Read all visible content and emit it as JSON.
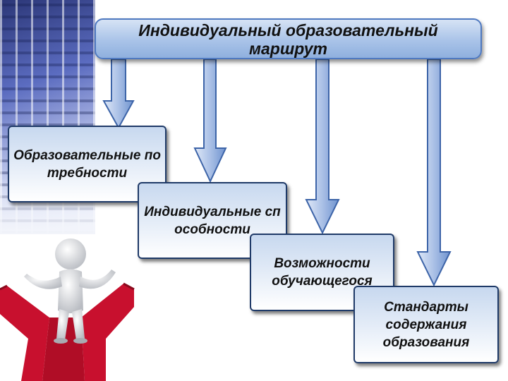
{
  "header": {
    "title_line1": "Индивидуальный образовательный",
    "title_line2": "маршрут"
  },
  "boxes": [
    "Образовательные потребности",
    "Индивидуальные способности",
    "Возможности обучающегося",
    "Стандарты содержания образования"
  ],
  "colors": {
    "header_fill": "#a9c3e8",
    "header_border": "#4f79c0",
    "arrow_fill": "#b9cdeb",
    "arrow_stroke": "#3d64a8",
    "box_border": "#1f3a68",
    "road_red": "#c8102e"
  }
}
